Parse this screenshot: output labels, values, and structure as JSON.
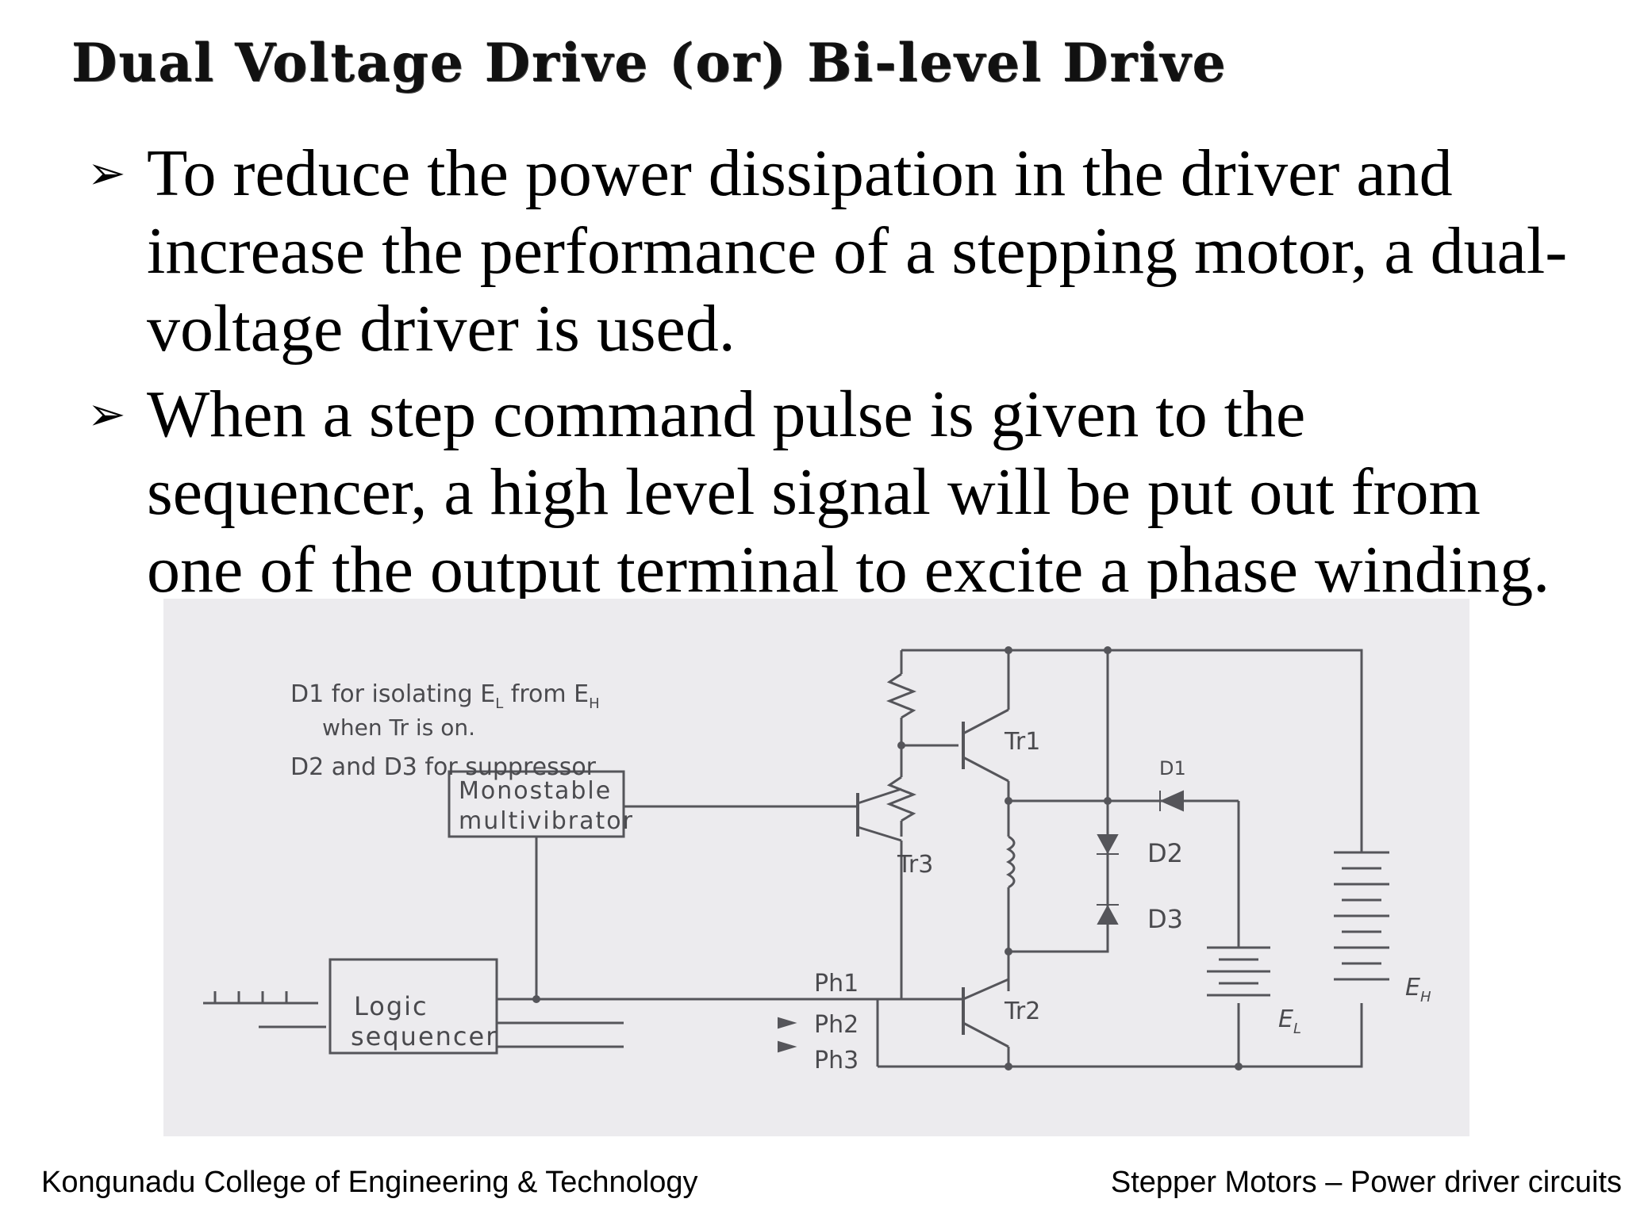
{
  "slide": {
    "title": "Dual Voltage Drive (or) Bi-level Drive",
    "bullets": [
      "To reduce the power dissipation in the driver and increase the performance of a stepping motor, a dual-voltage driver is used.",
      "When a step command pulse is given to the sequencer, a high level signal will be put out from one of the output terminal to excite a phase winding."
    ],
    "bullet_symbol": "➢"
  },
  "diagram": {
    "notes": [
      "D1 for isolating E",
      "L",
      " from E",
      "H",
      "when Tr is on.",
      "D2 and D3 for suppressor"
    ],
    "monostable": [
      "Monostable",
      "multivibrator"
    ],
    "logic": [
      "Logic",
      "sequencer"
    ],
    "labels": {
      "tr1": "Tr1",
      "tr2": "Tr2",
      "tr3": "Tr3",
      "d1": "D1",
      "d2": "D2",
      "d3": "D3",
      "ph1": "Ph1",
      "ph2": "Ph2",
      "ph3": "Ph3",
      "el": "E",
      "el_sub": "L",
      "eh": "E",
      "eh_sub": "H"
    }
  },
  "footer": {
    "left": "Kongunadu College of Engineering & Technology",
    "right": "Stepper Motors – Power driver circuits"
  }
}
